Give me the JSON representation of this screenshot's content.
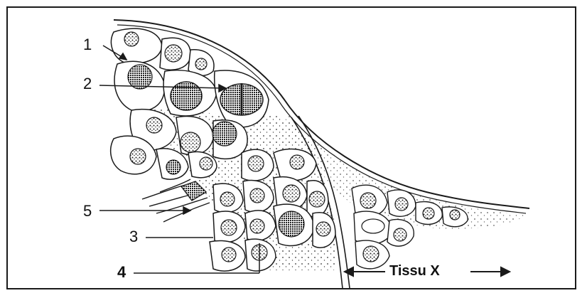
{
  "labels": {
    "l1": "1",
    "l2": "2",
    "l3": "3",
    "l4": "4",
    "l5": "5",
    "tissue": "Tissu X"
  },
  "colors": {
    "ink": "#1a1a1a",
    "background": "#ffffff"
  }
}
